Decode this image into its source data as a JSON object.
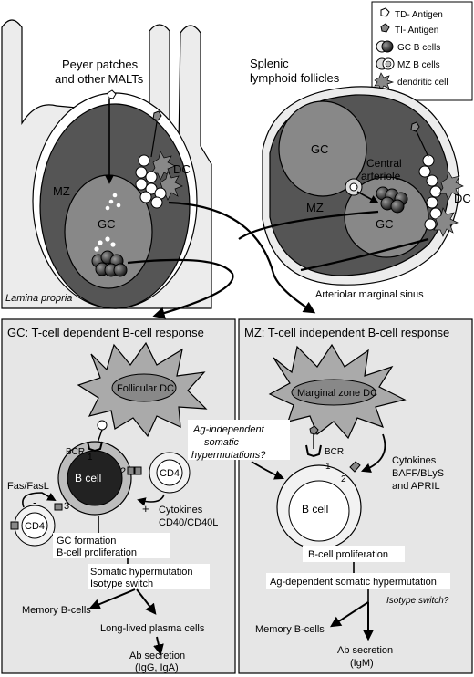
{
  "legend": {
    "items": [
      {
        "label": "TD- Antigen",
        "icon": "td-antigen-icon"
      },
      {
        "label": "TI- Antigen",
        "icon": "ti-antigen-icon"
      },
      {
        "label": "GC B cells",
        "icon": "gc-b-cell-icon"
      },
      {
        "label": "MZ B cells",
        "icon": "mz-b-cell-icon"
      },
      {
        "label": "dendritic cell",
        "icon": "dendritic-cell-icon"
      }
    ]
  },
  "top": {
    "peyer_line1": "Peyer patches",
    "peyer_line2": "and other MALTs",
    "splenic_line1": "Splenic",
    "splenic_line2": "lymphoid follicles",
    "mz_left": "MZ",
    "gc_left": "GC",
    "dc_left": "DC",
    "lamina": "Lamina propria",
    "gc_top_right": "GC",
    "central_line1": "Central",
    "central_line2": "arteriole",
    "mz_right": "MZ",
    "gc_right": "GC",
    "dc_right": "DC",
    "arteriolar": "Arteriolar marginal sinus"
  },
  "gc_panel": {
    "title": "GC: T-cell dependent B-cell response",
    "follicular_dc": "Follicular DC",
    "bcr": "BCR",
    "n1": "1",
    "n2": "2",
    "n3": "3",
    "bcell": "B cell",
    "cd4_right": "CD4",
    "cd4_left": "CD4",
    "fas": "Fas/FasL",
    "minus": "-",
    "plus": "+",
    "cytokines_line1": "Cytokines",
    "cytokines_line2": "CD40/CD40L",
    "gc_formation_line1": "GC formation",
    "gc_formation_line2": "B-cell proliferation",
    "somatic_line1": "Somatic hypermutation",
    "somatic_line2": "Isotype switch",
    "memory": "Memory B-cells",
    "plasma": "Long-lived plasma cells",
    "ab_line1": "Ab secretion",
    "ab_line2": "(IgG, IgA)"
  },
  "ag_independent": {
    "line1": "Ag-independent",
    "line2": "somatic",
    "line3": "hypermutations?"
  },
  "mz_panel": {
    "title": "MZ: T-cell independent B-cell response",
    "marginal_dc": "Marginal zone DC",
    "bcr": "BCR",
    "n1": "1",
    "n2": "2",
    "bcell": "B cell",
    "cytokines_line1": "Cytokines",
    "cytokines_line2": "BAFF/BLyS",
    "cytokines_line3": "and APRIL",
    "proliferation": "B-cell proliferation",
    "ag_dependent": "Ag-dependent somatic hypermutation",
    "isotype": "Isotype switch?",
    "memory": "Memory B-cells",
    "ab_line1": "Ab secretion",
    "ab_line2": "(IgM)"
  }
}
